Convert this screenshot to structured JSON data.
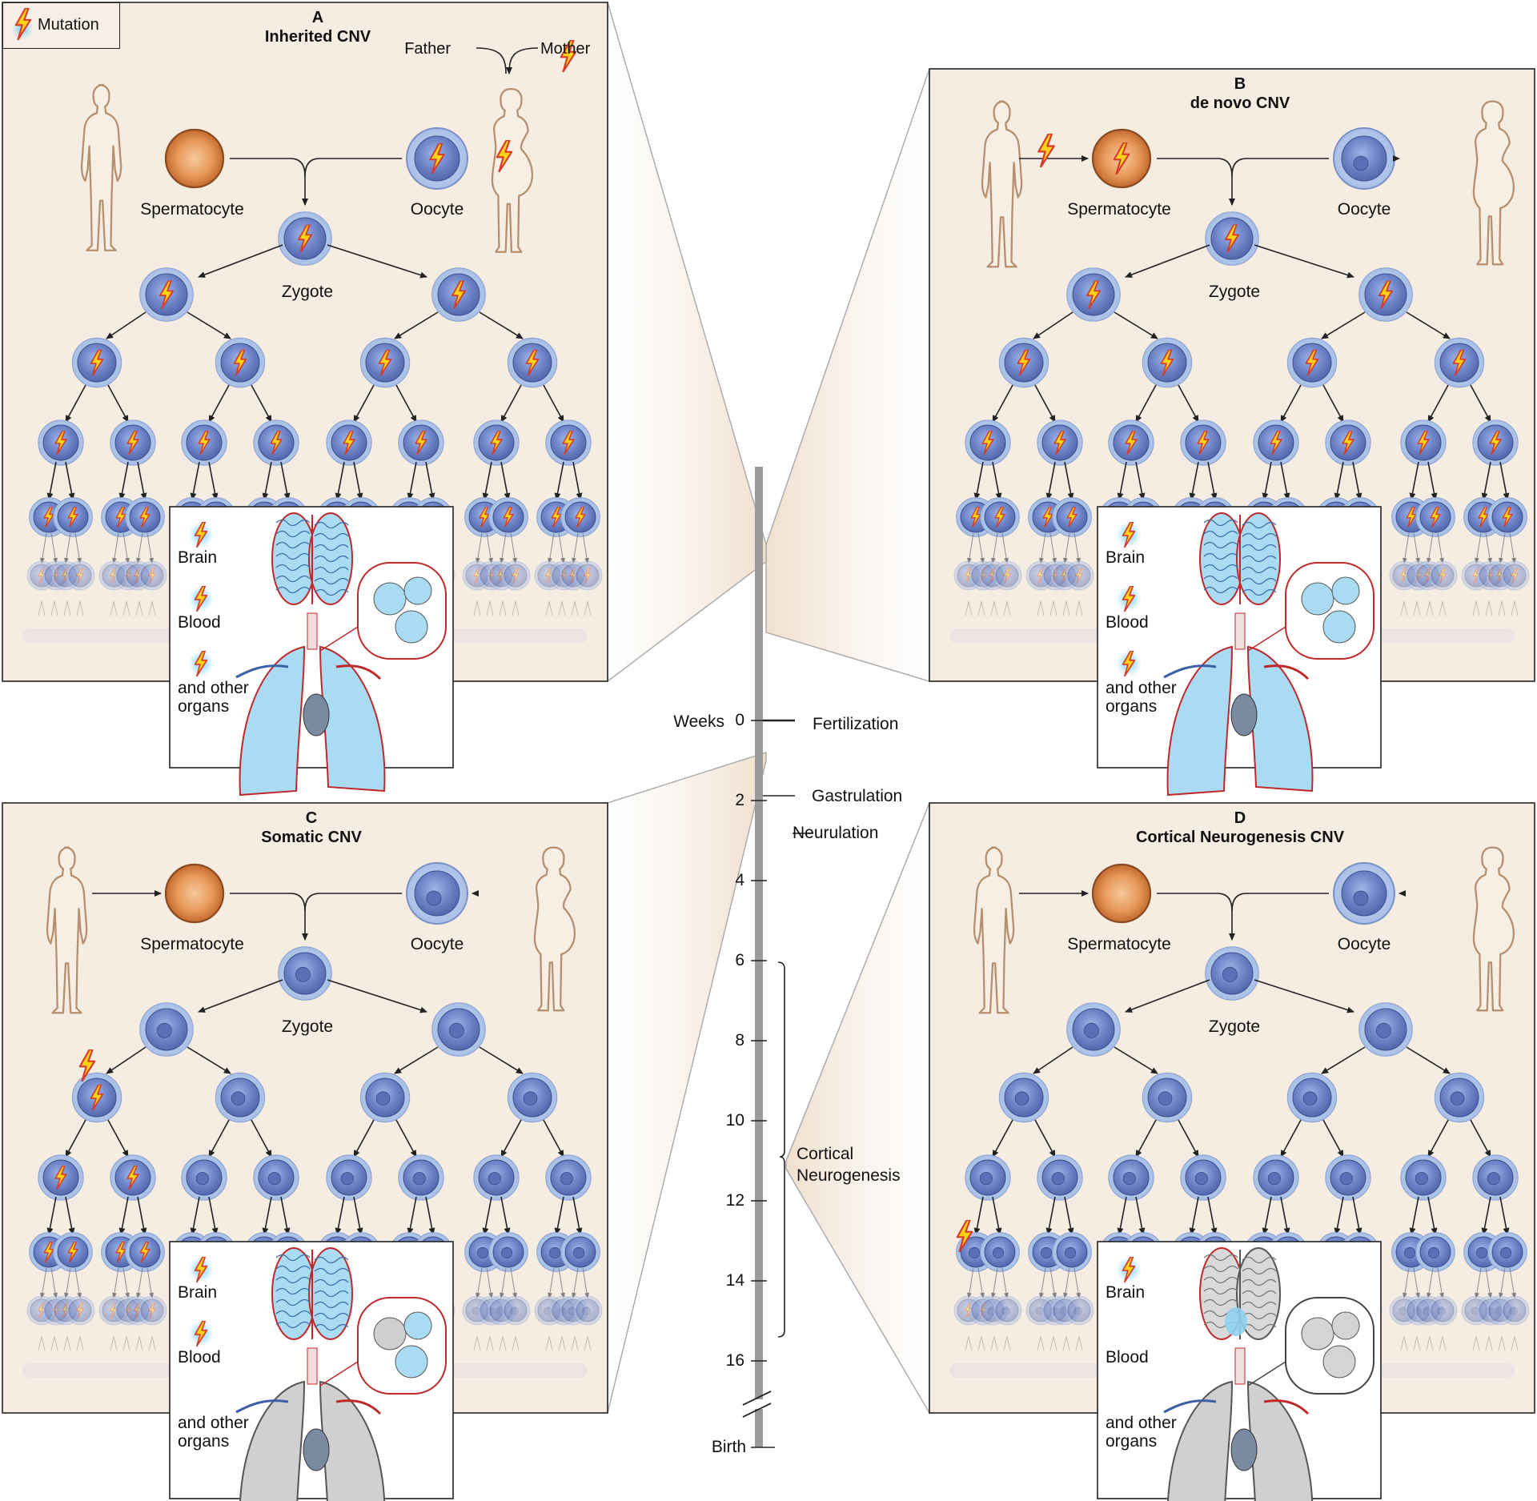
{
  "legend": {
    "mutation_label": "Mutation"
  },
  "panels": [
    {
      "letter": "A",
      "title": "Inherited CNV",
      "father_label": "Father",
      "mother_label": "Mother",
      "spermatocyte_label": "Spermatocyte",
      "oocyte_label": "Oocyte",
      "zygote_label": "Zygote",
      "inset": {
        "brain_label": "Brain",
        "blood_label": "Blood",
        "organs_label": "and other organs",
        "brain_affected": true,
        "blood_affected": true,
        "organs_affected": true
      }
    },
    {
      "letter": "B",
      "title": "de novo CNV",
      "spermatocyte_label": "Spermatocyte",
      "oocyte_label": "Oocyte",
      "zygote_label": "Zygote",
      "inset": {
        "brain_label": "Brain",
        "blood_label": "Blood",
        "organs_label": "and other organs",
        "brain_affected": true,
        "blood_affected": true,
        "organs_affected": true
      }
    },
    {
      "letter": "C",
      "title": "Somatic CNV",
      "spermatocyte_label": "Spermatocyte",
      "oocyte_label": "Oocyte",
      "zygote_label": "Zygote",
      "inset": {
        "brain_label": "Brain",
        "blood_label": "Blood",
        "organs_label": "and other organs",
        "brain_affected": true,
        "blood_affected": true,
        "organs_affected": false
      }
    },
    {
      "letter": "D",
      "title": "Cortical Neurogenesis CNV",
      "spermatocyte_label": "Spermatocyte",
      "oocyte_label": "Oocyte",
      "zygote_label": "Zygote",
      "inset": {
        "brain_label": "Brain",
        "blood_label": "Blood",
        "organs_label": "and other organs",
        "brain_affected": "partial",
        "blood_affected": false,
        "organs_affected": false
      }
    }
  ],
  "timeline": {
    "axis_label": "Weeks",
    "ticks": [
      "0",
      "2",
      "4",
      "6",
      "8",
      "10",
      "12",
      "14",
      "16"
    ],
    "birth_label": "Birth",
    "events": [
      {
        "label": "Fertilization",
        "week": 0
      },
      {
        "label": "Gastrulation",
        "week": 2
      },
      {
        "label": "Neurulation",
        "week": 2.8
      },
      {
        "label": "Cortical Neurogenesis",
        "week_start": 6,
        "week_end": 15.4
      }
    ]
  },
  "colors": {
    "panel_bg": "#f5ece2",
    "cell_blue": "#6f86c9",
    "bolt_fill": "#ffd21a",
    "bolt_edge": "#d83a2a",
    "timeline_bar": "#9a9a9a",
    "organ_blue": "#a9dcf2",
    "organ_grey": "#cfcfcf"
  }
}
